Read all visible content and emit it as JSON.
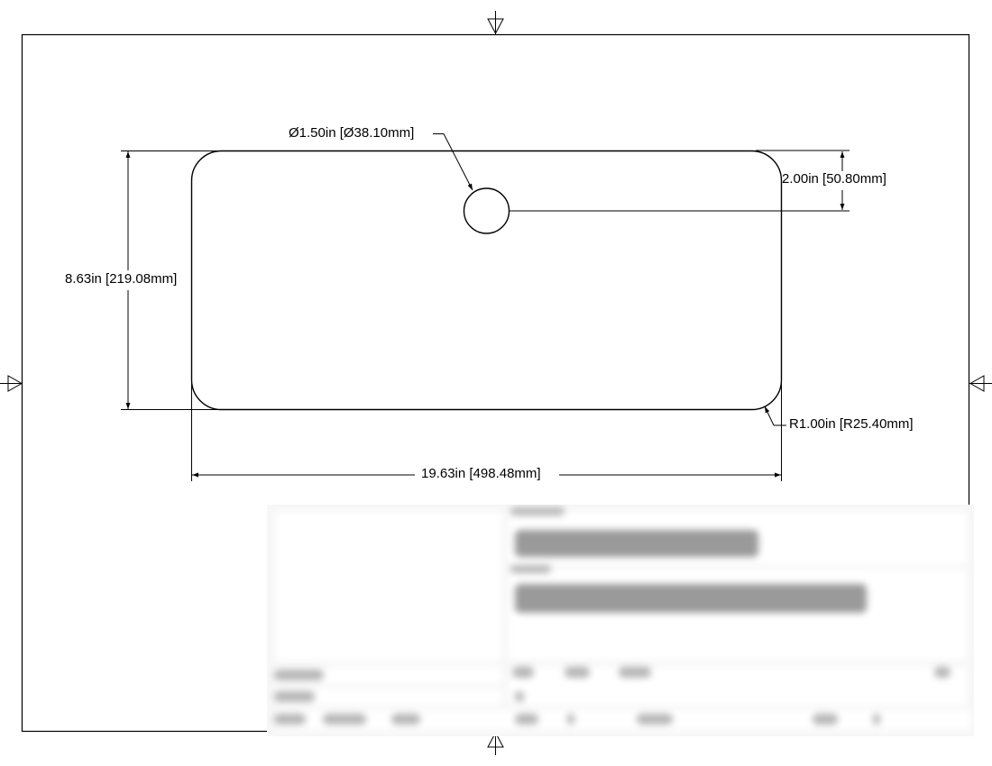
{
  "drawing": {
    "type": "technical-drawing",
    "part_outline": "rounded-rectangle",
    "units": [
      "in",
      "mm"
    ],
    "line_color": "#000000",
    "background_color": "#ffffff"
  },
  "dimensions": {
    "hole_diameter": "Ø1.50in [Ø38.10mm]",
    "hole_offset_from_top": "2.00in [50.80mm]",
    "overall_height": "8.63in [219.08mm]",
    "overall_width": "19.63in [498.48mm]",
    "corner_radius": "R1.00in [R25.40mm]"
  },
  "sheet": {
    "border_markers": [
      "top-center-marker",
      "left-center-marker",
      "right-center-marker",
      "bottom-center-marker"
    ]
  },
  "title_block": {
    "state": "blurred",
    "readable": false
  }
}
